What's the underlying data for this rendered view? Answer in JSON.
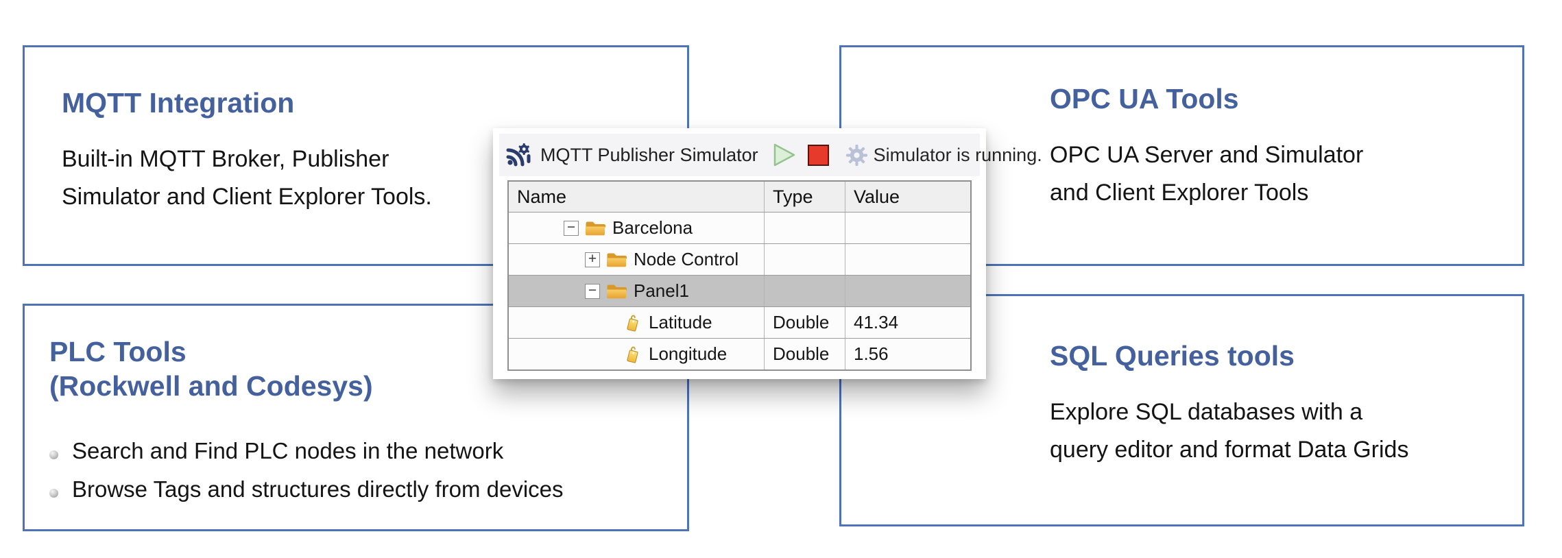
{
  "colors": {
    "box_border": "#4e73b8",
    "heading_blue": "#44619e",
    "body_text": "#141414",
    "selected_row": "#c2c2c2",
    "table_header_bg": "#efefef",
    "stop_red": "#e63b2c",
    "play_green_fill": "#dcefd8",
    "play_green_stroke": "#94c48c",
    "gear_gray": "#b9c1d6",
    "app_icon_navy": "#2a3c6e",
    "folder_gold": "#eca93c",
    "tag_yellow": "#f0b93c"
  },
  "features": {
    "mqtt": {
      "title": "MQTT Integration",
      "body": [
        "Built-in MQTT Broker, Publisher",
        "Simulator and Client Explorer Tools."
      ]
    },
    "opc": {
      "title": "OPC UA Tools",
      "body": [
        "OPC UA Server and Simulator",
        "and Client Explorer Tools"
      ]
    },
    "plc": {
      "title_line1": "PLC Tools",
      "title_line2": "(Rockwell and Codesys)",
      "bullets": [
        "Search and Find PLC nodes in the network",
        "Browse Tags and structures directly from devices"
      ]
    },
    "sql": {
      "title": "SQL Queries tools",
      "body": [
        "Explore SQL databases with a",
        "query editor and format Data Grids"
      ]
    }
  },
  "simulator": {
    "title": "MQTT Publisher Simulator",
    "status": "Simulator is running.",
    "icons": {
      "app": "mqtt-app-icon",
      "run": "play-icon",
      "stop": "stop-icon",
      "settings": "gear-icon",
      "group": "folder-icon",
      "variable": "tag-icon"
    },
    "columns": [
      "Name",
      "Type",
      "Value"
    ],
    "rows": [
      {
        "name": "Barcelona",
        "type": "",
        "value": "",
        "icon": "folder",
        "expander": "−",
        "level": 0,
        "selected": false
      },
      {
        "name": "Node Control",
        "type": "",
        "value": "",
        "icon": "folder",
        "expander": "+",
        "level": 1,
        "selected": false
      },
      {
        "name": "Panel1",
        "type": "",
        "value": "",
        "icon": "folder",
        "expander": "−",
        "level": 1,
        "selected": true
      },
      {
        "name": "Latitude",
        "type": "Double",
        "value": "41.34",
        "icon": "tag",
        "expander": "",
        "level": 2,
        "selected": false
      },
      {
        "name": "Longitude",
        "type": "Double",
        "value": "1.56",
        "icon": "tag",
        "expander": "",
        "level": 2,
        "selected": false
      }
    ]
  }
}
